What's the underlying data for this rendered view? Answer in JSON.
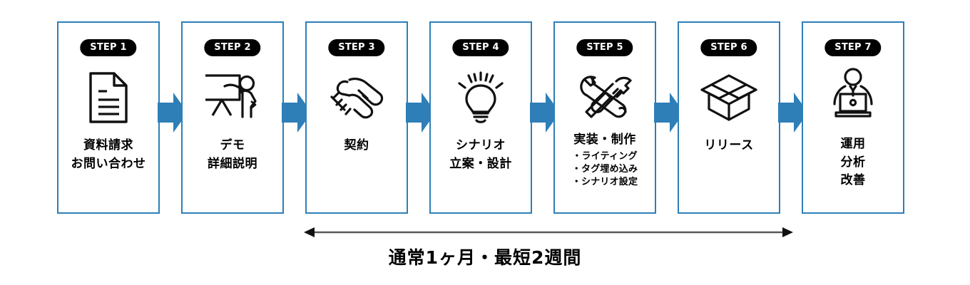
{
  "theme": {
    "card_border_color": "#2e7fb8",
    "arrow_color": "#2e7fb8",
    "badge_bg": "#000000",
    "badge_text_color": "#ffffff",
    "text_color": "#000000",
    "measure_line_color": "#595959",
    "background": "#ffffff"
  },
  "steps": [
    {
      "badge": "STEP 1",
      "icon": "document-icon",
      "lines": [
        "資料請求",
        "お問い合わせ"
      ],
      "bullets": []
    },
    {
      "badge": "STEP 2",
      "icon": "presentation-person-icon",
      "lines": [
        "デモ",
        "詳細説明"
      ],
      "bullets": []
    },
    {
      "badge": "STEP 3",
      "icon": "handshake-icon",
      "lines": [
        "契約"
      ],
      "bullets": []
    },
    {
      "badge": "STEP 4",
      "icon": "lightbulb-icon",
      "lines": [
        "シナリオ",
        "立案・設計"
      ],
      "bullets": []
    },
    {
      "badge": "STEP 5",
      "icon": "tools-wrench-hammer-icon",
      "lines": [
        "実装・制作"
      ],
      "bullets": [
        "・ライティング",
        "・タグ埋め込み",
        "・シナリオ設定"
      ]
    },
    {
      "badge": "STEP 6",
      "icon": "open-box-icon",
      "lines": [
        "リリース"
      ],
      "bullets": []
    },
    {
      "badge": "STEP 7",
      "icon": "person-laptop-icon",
      "lines": [
        "運用",
        "分析",
        "改善"
      ],
      "bullets": []
    }
  ],
  "connectors": [
    {
      "icon": "right-arrow-icon"
    },
    {
      "icon": "right-arrow-icon"
    },
    {
      "icon": "right-arrow-icon"
    },
    {
      "icon": "right-arrow-icon"
    },
    {
      "icon": "right-arrow-icon"
    },
    {
      "icon": "right-arrow-icon"
    }
  ],
  "duration": {
    "measure_icon": "double-headed-arrow-icon",
    "caption": "通常1ヶ月・最短2週間"
  }
}
